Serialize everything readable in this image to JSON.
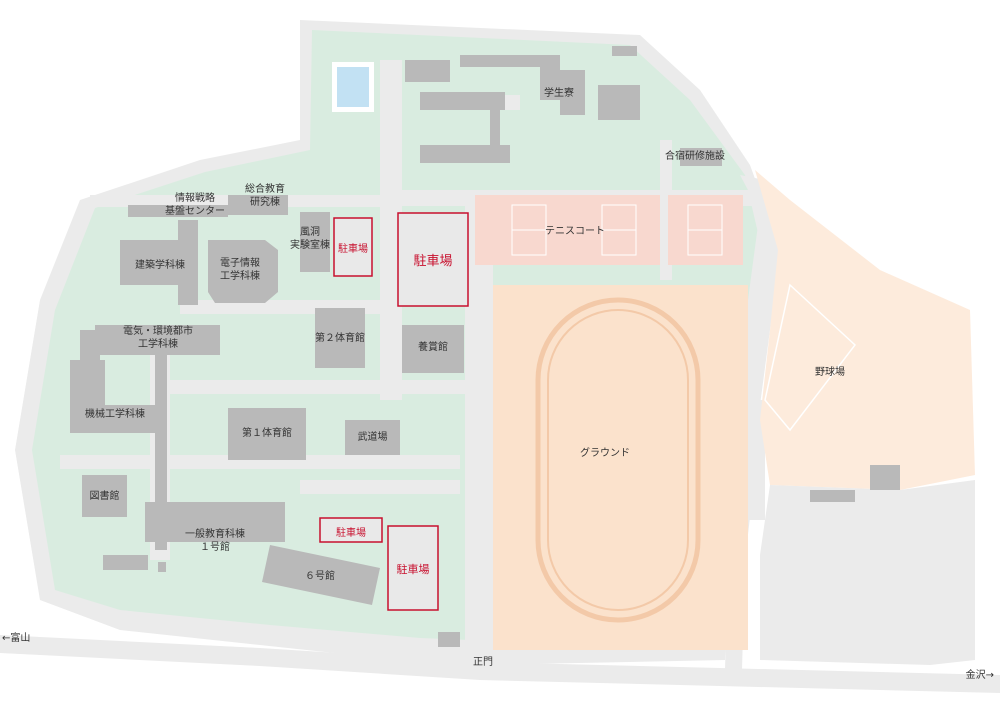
{
  "colors": {
    "campus_green": "#d9ece0",
    "road": "#ebebeb",
    "building": "#b9b9b9",
    "tennis": "#f8d8cf",
    "ground": "#fbe2cc",
    "baseball": "#fdebdc",
    "parking_outline": "#c8102e",
    "parking_text": "#c8102e",
    "pool": "#c2e1f3",
    "label_text": "#333333"
  },
  "labels": {
    "dormitory": "学生寮",
    "training_facility": "合宿研修施設",
    "info_center": "情報戦略\n基盤センター",
    "general_research": "総合教育\n研究棟",
    "wind_tunnel": "風洞\n実験室棟",
    "architecture": "建築学科棟",
    "electronics": "電子情報\n工学科棟",
    "electrical_civil": "電気・環境都市\n工学科棟",
    "mechanical": "機械工学科棟",
    "gym2": "第２体育館",
    "kanjikan": "養賞館",
    "gym1": "第１体育館",
    "budojo": "武道場",
    "library": "図書館",
    "general_ed": "一般教育科棟\n１号館",
    "building6": "６号館",
    "tennis_court": "テニスコート",
    "ground": "グラウンド",
    "baseball": "野球場",
    "main_gate": "正門",
    "to_toyama": "←富山",
    "to_kanazawa": "金沢→"
  },
  "parking": {
    "p1": "駐車場",
    "p2": "駐車場",
    "p3": "駐車場",
    "p4": "駐車場"
  }
}
